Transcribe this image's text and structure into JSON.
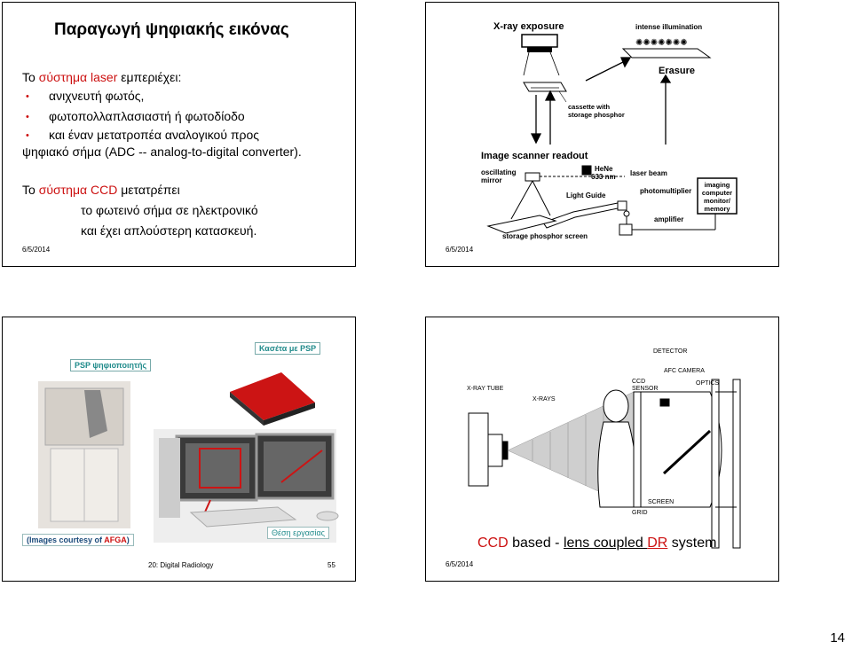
{
  "slide1": {
    "title": "Παραγωγή ψηφιακής εικόνας",
    "intro_prefix": "Το ",
    "intro_red": "σύστημα laser",
    "intro_suffix": " εμπεριέχει:",
    "bullets": [
      "ανιχνευτή φωτός,",
      "φωτοπολλαπλασιαστή ή φωτοδίοδο",
      "και έναν μετατροπέα αναλογικού προς"
    ],
    "continuation": "ψηφιακό σήμα (ADC -- analog-to-digital converter).",
    "ccd_prefix": "Το ",
    "ccd_red": "σύστημα CCD",
    "ccd_suffix": " μετατρέπει",
    "ccd_line2": "το φωτεινό σήμα σε ηλεκτρονικό",
    "ccd_line3": "και έχει απλούστερη κατασκευή.",
    "date": "6/5/2014"
  },
  "slide2": {
    "labels": {
      "xray_exposure": "X-ray exposure",
      "intense_illumination": "intense illumination",
      "erasure": "Erasure",
      "cassette": "cassette with",
      "cassette2": "storage phosphor",
      "image_scanner": "Image scanner readout",
      "oscillating": "oscillating",
      "mirror": "mirror",
      "hene": "HeNe",
      "nm": "633 nm",
      "laser_beam": "laser beam",
      "light_guide": "Light Guide",
      "photomultiplier": "photomultiplier",
      "imaging1": "imaging",
      "imaging2": "computer",
      "imaging3": "monitor/",
      "imaging4": "memory",
      "amplifier": "amplifier",
      "storage_screen": "storage phosphor screen"
    },
    "date": "6/5/2014"
  },
  "slide3": {
    "psp_digitizer": "PSP ψηφιοποιητής",
    "psp_cassette": "Κασέτα με PSP",
    "workstation": "Θέση εργασίας",
    "credit_prefix": "(Images courtesy of ",
    "credit_red": "AFGA",
    "credit_suffix": ")",
    "footer_title": "20: Digital Radiology",
    "footer_page": "55"
  },
  "slide4": {
    "labels": {
      "detector": "DETECTOR",
      "afc_camera": "AFC CAMERA",
      "ccd": "CCD",
      "sensor": "SENSOR",
      "optics": "OPTICS",
      "xray_tube": "X-RAY TUBE",
      "xrays": "X-RAYS",
      "screen": "SCREEN",
      "grid": "GRID"
    },
    "caption_ccd": "CCD",
    "caption_mid1": " based - ",
    "caption_lens": "lens coupled ",
    "caption_dr": "DR",
    "caption_end": " system",
    "date": "6/5/2014"
  },
  "page_number": "14",
  "colors": {
    "red": "#cc1010",
    "teal": "#1f8a8a"
  }
}
